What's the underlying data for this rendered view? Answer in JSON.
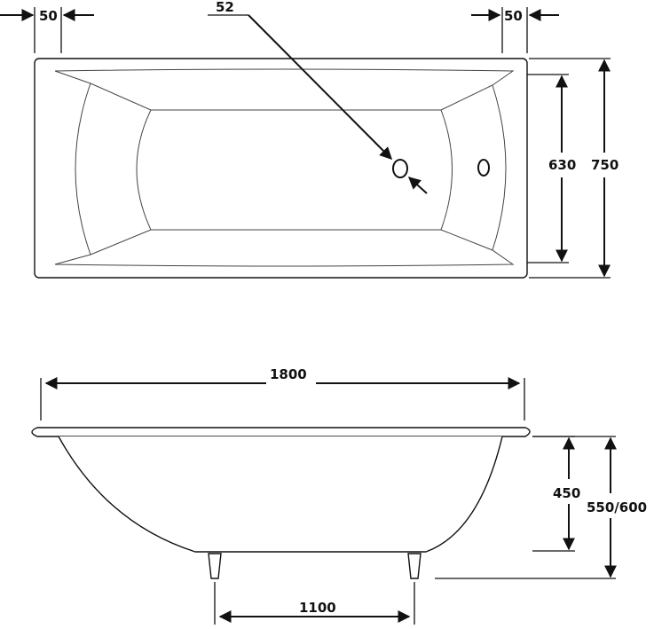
{
  "diagram": {
    "top_view": {
      "dims": {
        "rim_left": "50",
        "drain": "52",
        "rim_right": "50",
        "inner_width": "630",
        "outer_width": "750"
      }
    },
    "side_view": {
      "dims": {
        "length": "1800",
        "depth": "450",
        "height": "550/600",
        "leg_spacing": "1100"
      }
    },
    "colors": {
      "stroke": "#111111",
      "background": "#ffffff"
    }
  }
}
